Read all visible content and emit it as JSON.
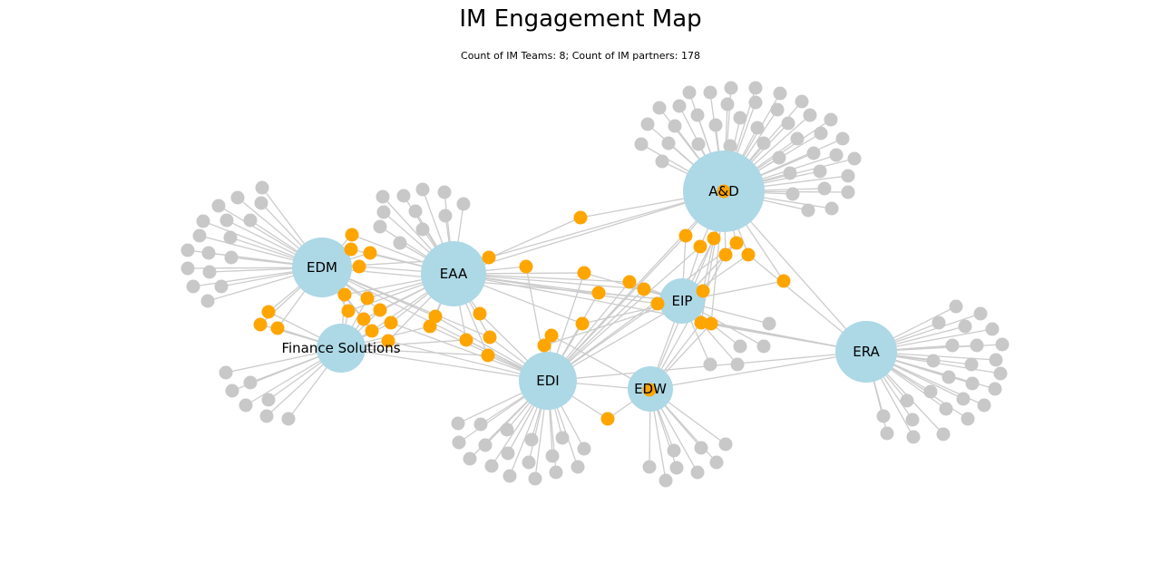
{
  "title": "IM Engagement Map",
  "subtitle": "Count of IM Teams: 8; Count of IM partners: 178",
  "colors": {
    "team": "#add8e6",
    "shared_partner": "#ffa500",
    "single_partner": "#c8c8c8",
    "edge": "#cccccc"
  },
  "teams": [
    {
      "id": "AD",
      "label": "A&D"
    },
    {
      "id": "EAA",
      "label": "EAA"
    },
    {
      "id": "EDM",
      "label": "EDM"
    },
    {
      "id": "FS",
      "label": "Finance Solutions"
    },
    {
      "id": "EDI",
      "label": "EDI"
    },
    {
      "id": "EDW",
      "label": "EDW"
    },
    {
      "id": "EIP",
      "label": "EIP"
    },
    {
      "id": "ERA",
      "label": "ERA"
    }
  ]
}
